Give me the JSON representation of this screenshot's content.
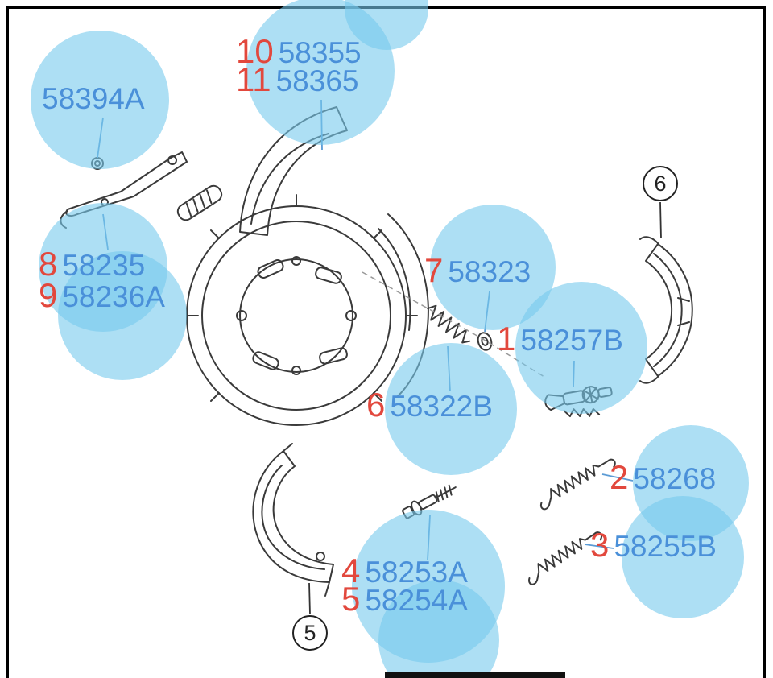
{
  "colors": {
    "highlight": "rgba(119, 201, 236, 0.6)",
    "part_text": "#4a90d9",
    "index_text": "#e2483d",
    "line_art": "#3a3a3a"
  },
  "callouts": [
    {
      "index": "",
      "part": "58394A"
    },
    {
      "index": "10",
      "part": "58355"
    },
    {
      "index": "11",
      "part": "58365"
    },
    {
      "index": "8",
      "part": "58235"
    },
    {
      "index": "9",
      "part": "58236A"
    },
    {
      "index": "7",
      "part": "58323"
    },
    {
      "index": "1",
      "part": "58257B"
    },
    {
      "index": "6",
      "part": "58322B"
    },
    {
      "index": "2",
      "part": "58268"
    },
    {
      "index": "3",
      "part": "58255B"
    },
    {
      "index": "4",
      "part": "58253A"
    },
    {
      "index": "5",
      "part": "58254A"
    }
  ],
  "circled_refs": [
    {
      "num": "6"
    },
    {
      "num": "5"
    }
  ]
}
